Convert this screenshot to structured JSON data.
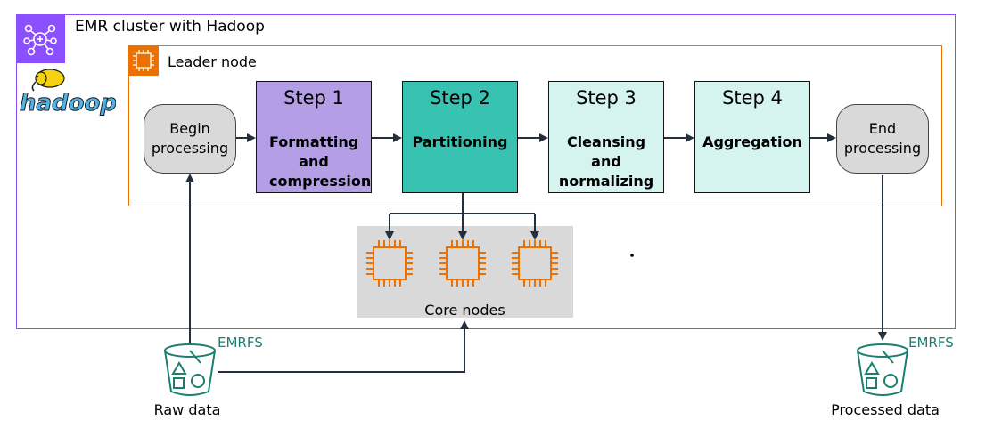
{
  "cluster": {
    "title": "EMR cluster with Hadoop",
    "icon": "emr-cluster-icon",
    "accent": "#8c4fff"
  },
  "hadoop": {
    "logo_text": "hadoop",
    "icon": "hadoop-elephant-icon"
  },
  "leader_node": {
    "title": "Leader node",
    "icon": "ec2-instance-icon",
    "accent": "#ed7100"
  },
  "begin": {
    "label": "Begin processing"
  },
  "end": {
    "label": "End processing"
  },
  "steps": [
    {
      "number": "Step 1",
      "label": "Formatting and compression",
      "color": "#b49fe6"
    },
    {
      "number": "Step 2",
      "label": "Partitioning",
      "color": "#37c2b1"
    },
    {
      "number": "Step 3",
      "label": "Cleansing and normalizing",
      "color": "#d5f4ef"
    },
    {
      "number": "Step 4",
      "label": "Aggregation",
      "color": "#d5f4ef"
    }
  ],
  "core_nodes": {
    "label": "Core nodes",
    "icon": "ec2-instance-icon"
  },
  "raw_data": {
    "label": "Raw data",
    "storage": "EMRFS",
    "icon": "s3-bucket-icon"
  },
  "processed_data": {
    "label": "Processed data",
    "storage": "EMRFS",
    "icon": "s3-bucket-icon"
  },
  "colors": {
    "storage": "#1b7e70",
    "core_chip": "#ed7100",
    "arrow": "#232f3e"
  }
}
